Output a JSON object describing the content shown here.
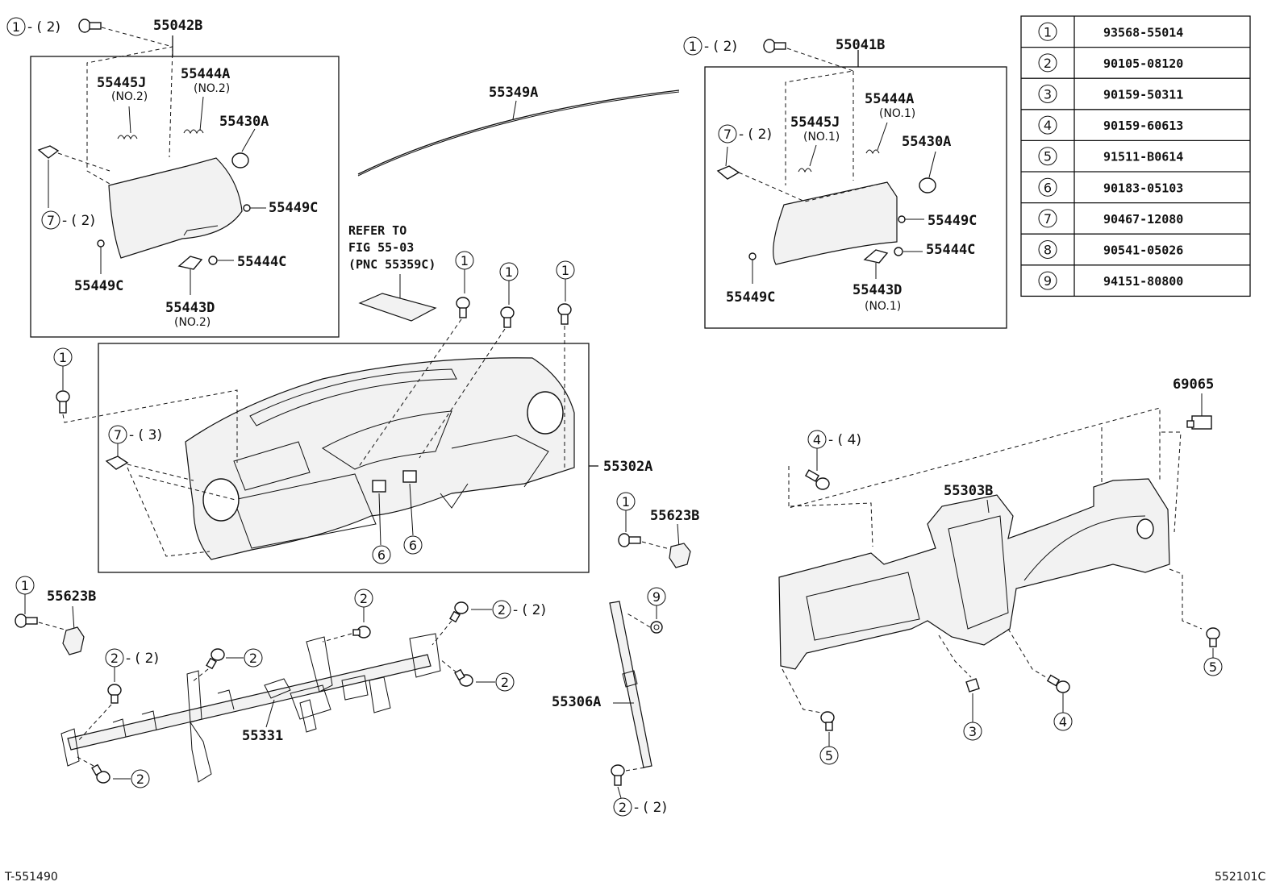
{
  "box_left": {
    "parent": "55042B",
    "callout_top_num": "1",
    "callout_top_qty": "- ( 2)",
    "parts": {
      "p55445J": "55445J",
      "p55445J_sub": "(NO.2)",
      "p55444A": "55444A",
      "p55444A_sub": "(NO.2)",
      "p55430A": "55430A",
      "p55449C_right": "55449C",
      "p55449C_left": "55449C",
      "p55444C": "55444C",
      "p55443D": "55443D",
      "p55443D_sub": "(NO.2)"
    },
    "callout_clip_num": "7",
    "callout_clip_qty": "- ( 2)"
  },
  "box_right": {
    "parent": "55041B",
    "callout_top_num": "1",
    "callout_top_qty": "- ( 2)",
    "parts": {
      "p55445J": "55445J",
      "p55445J_sub": "(NO.1)",
      "p55444A": "55444A",
      "p55444A_sub": "(NO.1)",
      "p55430A": "55430A",
      "p55449C_right": "55449C",
      "p55444C": "55444C",
      "p55449C_left": "55449C",
      "p55443D": "55443D",
      "p55443D_sub": "(NO.1)"
    },
    "callout_clip_num": "7",
    "callout_clip_qty": "- ( 2)"
  },
  "strip": {
    "label": "55349A"
  },
  "refer_note": {
    "line1": "REFER TO",
    "line2": "FIG 55-03",
    "line3": "(PNC 55359C)"
  },
  "panel": {
    "label": "55302A",
    "callouts": [
      "1",
      "1",
      "1",
      "1",
      "6",
      "6"
    ],
    "clip_num": "7",
    "clip_qty": "- ( 3)"
  },
  "reinforcement": {
    "label": "55303B",
    "bolt_num": "4",
    "bolt_qty": "- ( 4)",
    "clip_label": "69065",
    "callouts": [
      "5",
      "3",
      "4",
      "5"
    ]
  },
  "brace_right": {
    "label": "55623B",
    "callout": "1"
  },
  "brace_left": {
    "label": "55623B",
    "callout": "1"
  },
  "stay": {
    "label": "55306A",
    "callout_top": "9",
    "callout_bottom_num": "2",
    "callout_bottom_qty": "- ( 2)"
  },
  "beam": {
    "label": "55331",
    "callouts": [
      {
        "num": "2",
        "qty": ""
      },
      {
        "num": "2",
        "qty": "- ( 2)"
      },
      {
        "num": "2",
        "qty": ""
      },
      {
        "num": "2",
        "qty": ""
      },
      {
        "num": "2",
        "qty": "- ( 2)"
      },
      {
        "num": "2",
        "qty": ""
      }
    ]
  },
  "table": {
    "rows": [
      {
        "num": "1",
        "part": "93568-55014"
      },
      {
        "num": "2",
        "part": "90105-08120"
      },
      {
        "num": "3",
        "part": "90159-50311"
      },
      {
        "num": "4",
        "part": "90159-60613"
      },
      {
        "num": "5",
        "part": "91511-B0614"
      },
      {
        "num": "6",
        "part": "90183-05103"
      },
      {
        "num": "7",
        "part": "90467-12080"
      },
      {
        "num": "8",
        "part": "90541-05026"
      },
      {
        "num": "9",
        "part": "94151-80800"
      }
    ]
  },
  "footer": {
    "left": "T-551490",
    "right": "552101C"
  }
}
